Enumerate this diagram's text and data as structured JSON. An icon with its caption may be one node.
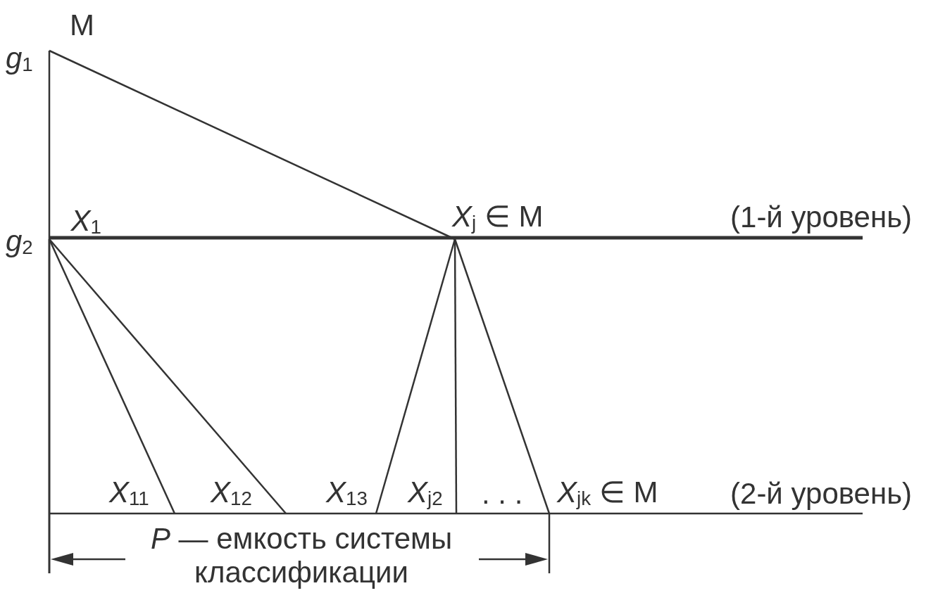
{
  "diagram": {
    "nodes": [
      {
        "text": [
          "M"
        ]
      },
      {
        "text": [
          "*X*$_{1}$"
        ]
      },
      {
        "text": [
          "*X*$_{j}$ ∈ M"
        ]
      },
      {
        "text": [
          "*X*$_{11}$"
        ]
      },
      {
        "text": [
          "*X*$_{12}$"
        ]
      },
      {
        "text": [
          "*X*$_{13}$"
        ]
      },
      {
        "text": [
          "*X*$_{j2}$"
        ]
      },
      {
        "text": [
          "*X*$_{jk}$ ∈ M"
        ]
      }
    ],
    "edges": [
      {
        "from": 0,
        "to": 1,
        "arrow": "none"
      },
      {
        "from": 0,
        "to": 2,
        "arrow": "none"
      },
      {
        "from": 1,
        "to": 3,
        "arrow": "none"
      },
      {
        "from": 1,
        "to": 4,
        "arrow": "none"
      },
      {
        "from": 2,
        "to": 5,
        "arrow": "none"
      },
      {
        "from": 2,
        "to": 6,
        "arrow": "none"
      },
      {
        "from": 2,
        "to": 7,
        "arrow": "none"
      }
    ],
    "labels": [
      "*g*$_{1}$",
      "*g*$_{2}$",
      "(1-й уровень)",
      ". . .",
      "(2-й уровень)",
      "*P* — емкость системы классификации"
    ]
  }
}
